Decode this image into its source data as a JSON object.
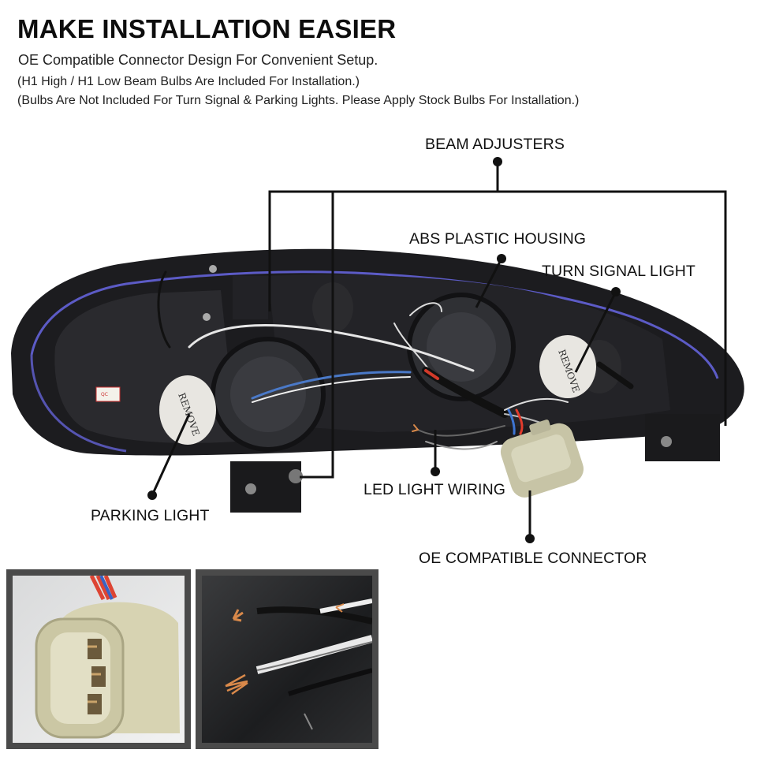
{
  "header": {
    "title": "MAKE INSTALLATION EASIER",
    "line1": "OE Compatible Connector Design For Convenient Setup.",
    "line2": "(H1 High / H1 Low Beam Bulbs Are Included For Installation.)",
    "line3": "(Bulbs Are Not Included For Turn Signal & Parking Lights. Please Apply Stock Bulbs For Installation.)"
  },
  "callouts": {
    "beam_adjusters": "BEAM ADJUSTERS",
    "abs_housing": "ABS PLASTIC HOUSING",
    "turn_signal": "TURN SIGNAL LIGHT",
    "led_wiring": "LED LIGHT WIRING",
    "parking_light": "PARKING LIGHT",
    "oe_connector": "OE COMPATIBLE CONNECTOR"
  },
  "product_markings": {
    "cap_text": "REMOVE",
    "qc_sticker": "QC"
  },
  "colors": {
    "housing": "#1b1b1d",
    "connector": "#c7c4a6",
    "panel_border": "#4a4a4a",
    "led_strip": "#6d6cf0",
    "wire_copper": "#d9894a"
  }
}
